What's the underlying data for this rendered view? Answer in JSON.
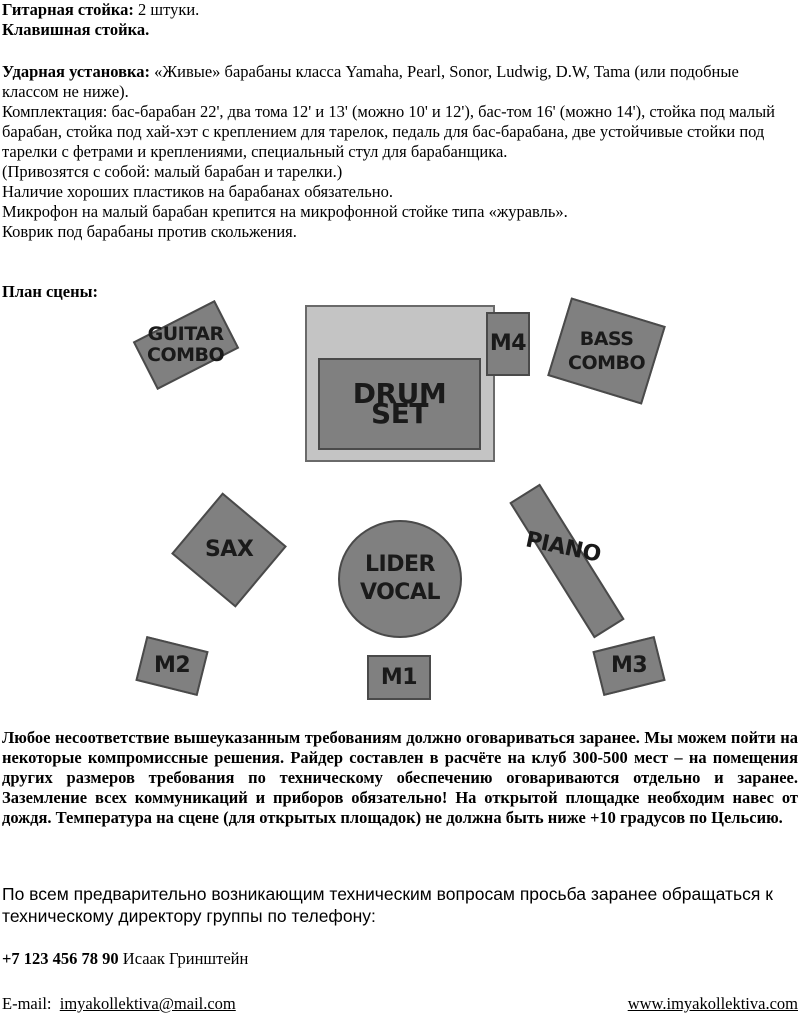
{
  "guitar_stand": {
    "label": "Гитарная стойка:",
    "value": " 2 штуки."
  },
  "keyboard_stand": {
    "label": "Клавишная стойка."
  },
  "drum_kit": {
    "label": "Ударная установка:",
    "intro": " «Живые» барабаны класса Yamaha, Pearl, Sonor, Ludwig, D.W, Tama (или подобные классом не ниже).",
    "lines": [
      "Комплектация: бас-барабан 22', два тома 12' и 13' (можно 10' и 12'), бас-том 16' (можно 14'), стойка под малый барабан, стойка под хай-хэт с креплением для тарелок, педаль для бас-барабана, две устойчивые стойки под тарелки с фетрами и креплениями, специальный стул для барабанщика.",
      "(Привозятся с собой: малый барабан и тарелки.)",
      "Наличие хороших пластиков на барабанах обязательно.",
      "Микрофон на малый барабан крепится на микрофонной стойке типа «журавль».",
      "Коврик под барабаны против скольжения."
    ]
  },
  "stage_plan": {
    "title": "План сцены:",
    "labels": {
      "guitar_line1": "GUITAR",
      "guitar_line2": "COMBO",
      "m4": "M4",
      "bass_line1": "BASS",
      "bass_line2": "COMBO",
      "drum": "DRUM SET",
      "sax": "SAX",
      "lider_line1": "LIDER",
      "lider_line2": "VOCAL",
      "piano": "PIANO",
      "m2": "M2",
      "m1": "M1",
      "m3": "M3"
    }
  },
  "notice": "Любое несоответствие вышеуказанным требованиям должно оговариваться заранее. Мы можем пойти на некоторые компромиссные решения. Райдер составлен в расчёте на клуб 300-500 мест – на помещения других размеров требования по техническому обеспечению оговариваются отдельно и заранее. Заземление всех коммуникаций и приборов обязательно! На открытой площадке необходим навес от дождя. Температура на сцене (для открытых площадок) не должна быть ниже +10 градусов по Цельсию.",
  "contact_request": "По всем предварительно возникающим техническим вопросам просьба заранее обращаться к техническому директору группы по телефону:",
  "phone": "+7 123 456 78 90",
  "contact_name": " Исаак Гринштейн",
  "email_label": "E-mail:",
  "email": "imyakollektiva@mail.com",
  "website": "www.imyakollektiva.com"
}
